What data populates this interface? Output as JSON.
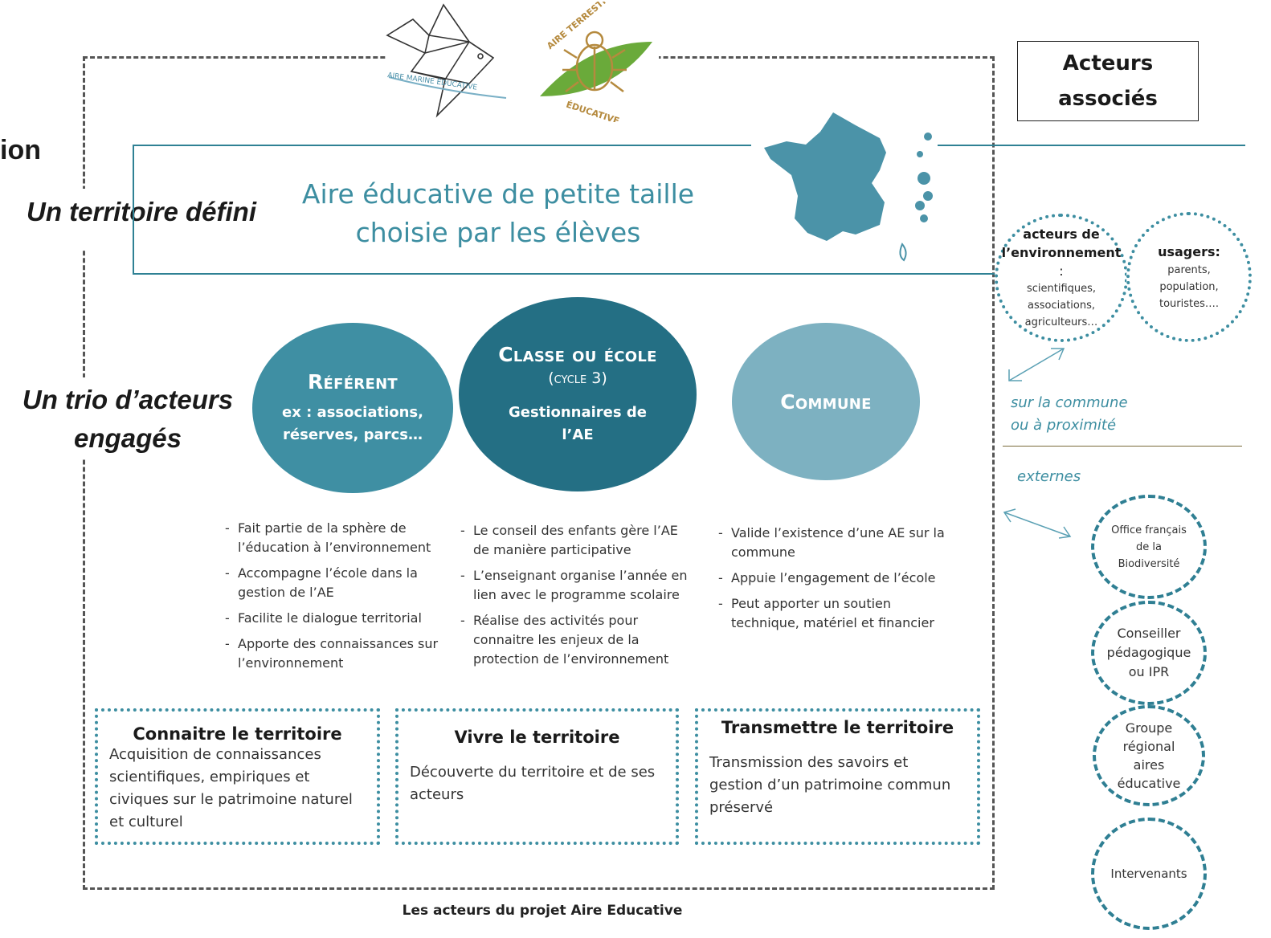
{
  "left_labels": {
    "cut_text": "ion",
    "territoire": "Un territoire défini",
    "trio_line1": "Un trio d’acteurs",
    "trio_line2": "engagés"
  },
  "logos": {
    "marine": "AIRE MARINE ÉDUCATIVE",
    "terrestre_top": "AIRE TERRESTRE",
    "terrestre_bottom": "ÉDUCATIVE"
  },
  "territory": {
    "line1": "Aire éducative de petite taille",
    "line2": "choisie par les élèves"
  },
  "trio": {
    "referent": {
      "title": "Référent",
      "subtitle_line1": "ex : associations,",
      "subtitle_line2": "réserves, parcs…",
      "bullets": [
        "Fait partie de la sphère de l’éducation à l’environnement",
        "Accompagne l’école dans la gestion de l’AE",
        "Facilite le dialogue territorial",
        "Apporte des connaissances sur l’environnement"
      ]
    },
    "classe": {
      "title": "Classe ou école",
      "cycle": "(cycle 3)",
      "subtitle_line1": "Gestionnaires de",
      "subtitle_line2": "l’AE",
      "bullets": [
        "Le conseil des enfants gère l’AE de manière participative",
        "L’enseignant organise l’année en lien avec le programme scolaire",
        "Réalise des activités  pour connaitre les enjeux de la protection de l’environnement"
      ]
    },
    "commune": {
      "title": "Commune",
      "bullets": [
        "Valide l’existence d’une AE sur la commune",
        "Appuie l’engagement de l’école",
        "Peut apporter un soutien technique, matériel et financier"
      ]
    }
  },
  "pillars": [
    {
      "title": "Connaitre le territoire",
      "text": "Acquisition de connaissances scientifiques, empiriques et civiques sur le patrimoine naturel et culturel"
    },
    {
      "title": "Vivre le territoire",
      "text": "Découverte du territoire et de ses acteurs"
    },
    {
      "title": "Transmettre le territoire",
      "text": "Transmission des savoirs  et gestion d’un patrimoine commun préservé"
    }
  ],
  "caption": "Les acteurs du projet Aire Educative",
  "associes": {
    "title_line1": "Acteurs",
    "title_line2": "associés",
    "env_title": "acteurs de l’environnement",
    "env_colon": " :",
    "env_text": "scientifiques, associations, agriculteurs…",
    "usagers_title": "usagers:",
    "usagers_text": "parents, population, touristes….",
    "local_line1": "sur la commune",
    "local_line2": "ou à proximité",
    "externes": "externes",
    "external": [
      "Office français de la Biodiversité",
      "Conseiller pédagogique ou IPR",
      "Groupe régional aires éducative",
      "Intervenants"
    ]
  },
  "colors": {
    "referent": "#3f8fa3",
    "classe": "#246f84",
    "commune": "#7db1c1",
    "teal_text": "#3d8ea1",
    "leaf_green": "#6aaa3a"
  }
}
